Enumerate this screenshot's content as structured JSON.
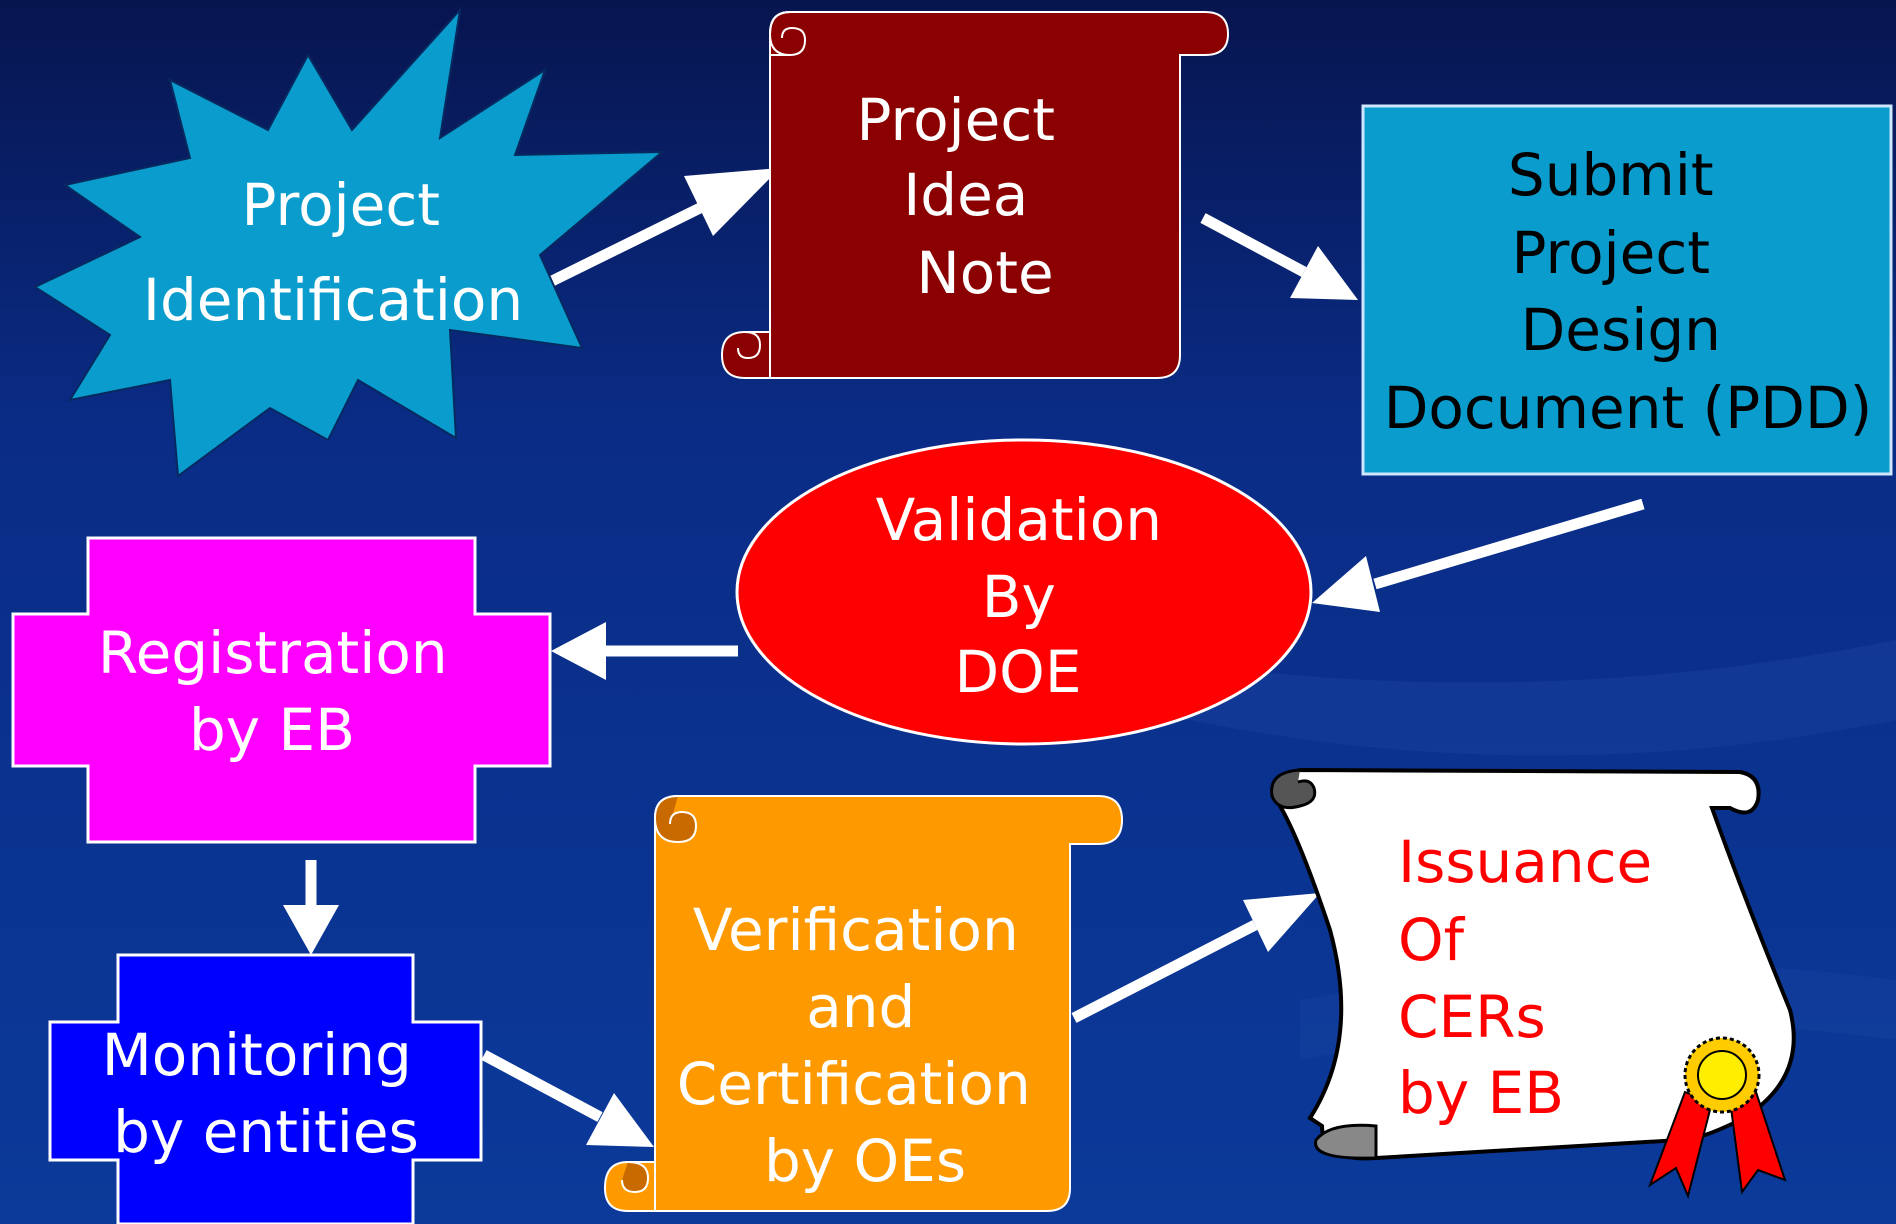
{
  "colors": {
    "background_top": "#07154f",
    "background_bottom": "#0b3a9a",
    "arrow": "#ffffff",
    "star_fill": "#0a9ccd",
    "scroll_idea_fill": "#8b0000",
    "pdd_fill": "#0a9ccd",
    "validation_fill": "#ff0000",
    "registration_fill": "#ff00ff",
    "monitoring_fill": "#0000ff",
    "verification_fill": "#ff9900",
    "certificate_fill": "#ffffff",
    "issuance_text": "#ff0000"
  },
  "nodes": {
    "project_identification": {
      "lines": [
        "Project",
        "Identification"
      ],
      "shape": "star"
    },
    "project_idea_note": {
      "lines": [
        "Project",
        "Idea",
        "Note"
      ],
      "shape": "scroll"
    },
    "submit_pdd": {
      "lines": [
        "Submit",
        "Project",
        "Design",
        "Document (PDD)"
      ],
      "shape": "rectangle"
    },
    "validation": {
      "lines": [
        "Validation",
        "By",
        "DOE"
      ],
      "shape": "ellipse"
    },
    "registration": {
      "lines": [
        "Registration",
        "by EB"
      ],
      "shape": "cross"
    },
    "monitoring": {
      "lines": [
        "Monitoring",
        "by entities"
      ],
      "shape": "cross"
    },
    "verification": {
      "lines": [
        "Verification",
        "and",
        "Certification",
        "by OEs"
      ],
      "shape": "scroll"
    },
    "issuance": {
      "lines": [
        "Issuance",
        "Of",
        "CERs",
        "by EB"
      ],
      "shape": "certificate",
      "icon": "award-ribbon-icon"
    }
  }
}
